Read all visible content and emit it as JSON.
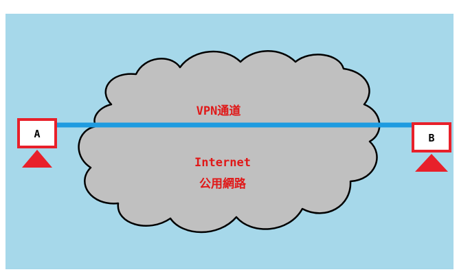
{
  "diagram": {
    "tunnel_label": "VPN通道",
    "network_label_line1": "Internet",
    "network_label_line2": "公用網路",
    "host_a_label": "A",
    "host_b_label": "B"
  },
  "colors": {
    "sky": "#a6d8ea",
    "cloud_fill": "#c0c0c0",
    "cloud_outline": "#000000",
    "tunnel_line": "#1e9be0",
    "host_frame": "#e8202a",
    "host_stand": "#e8202a",
    "label_text": "#e01818"
  }
}
